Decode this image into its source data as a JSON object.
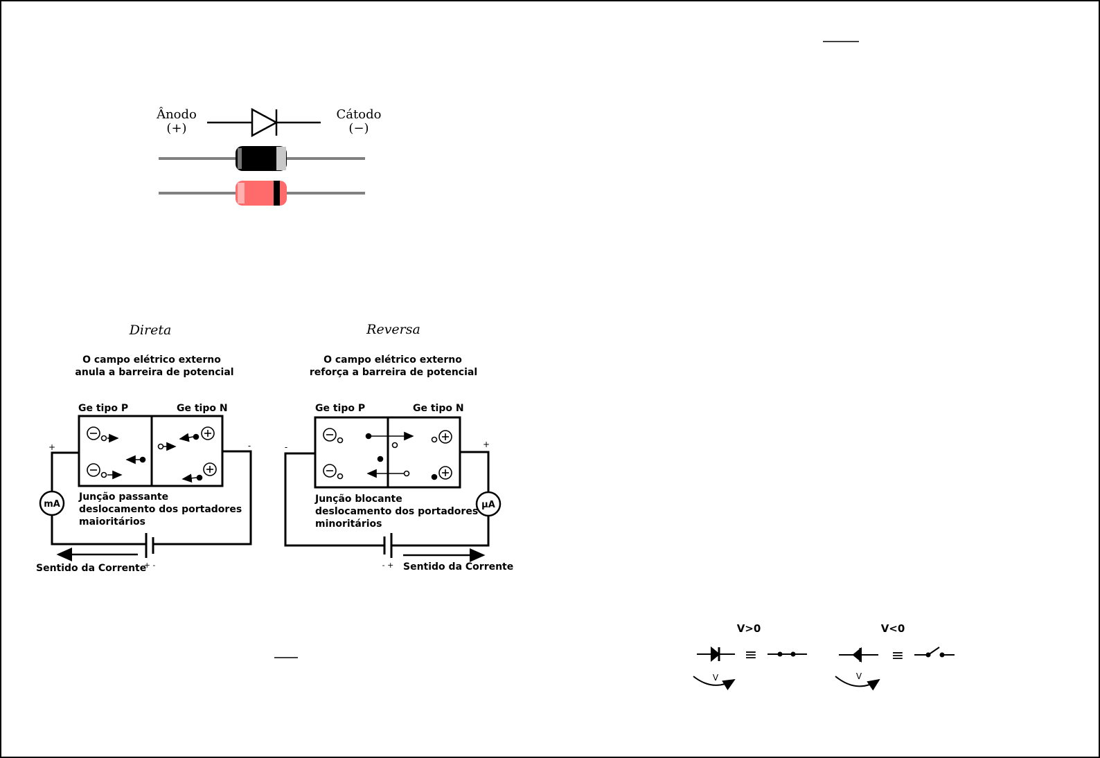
{
  "diode_symbol": {
    "anode_label": "Ânodo",
    "anode_sign": "(+)",
    "cathode_label": "Cátodo",
    "cathode_sign": "(−)"
  },
  "bias": {
    "direct": {
      "title": "Direta",
      "caption_line1": "O campo elétrico externo",
      "caption_line2": "anula a barreira de potencial",
      "p_label": "Ge tipo P",
      "n_label": "Ge tipo N",
      "meter": "mA",
      "note_line1": "Junção passante",
      "note_line2": "deslocamento dos portadores",
      "note_line3": "maioritários",
      "current_label": "Sentido da Corrente",
      "battery_signs": "+ -",
      "left_sign": "+",
      "right_sign": "-"
    },
    "reverse": {
      "title": "Reversa",
      "caption_line1": "O campo elétrico externo",
      "caption_line2": "reforça a barreira de potencial",
      "p_label": "Ge tipo P",
      "n_label": "Ge tipo N",
      "meter": "μA",
      "note_line1": "Junção blocante",
      "note_line2": "deslocamento dos portadores",
      "note_line3": "minoritários",
      "current_label": "Sentido da Corrente",
      "battery_signs": "- +",
      "left_sign": "-",
      "right_sign": "+"
    }
  },
  "ideal_model": {
    "forward_label": "V>0",
    "reverse_label": "V<0",
    "equiv_symbol": "≡",
    "voltage_label": "V"
  },
  "colors": {
    "diode_black_body": "#000000",
    "diode_red_body": "#ff6b6b",
    "lead_gray": "#808080",
    "band_gray": "#c8c8c8"
  }
}
